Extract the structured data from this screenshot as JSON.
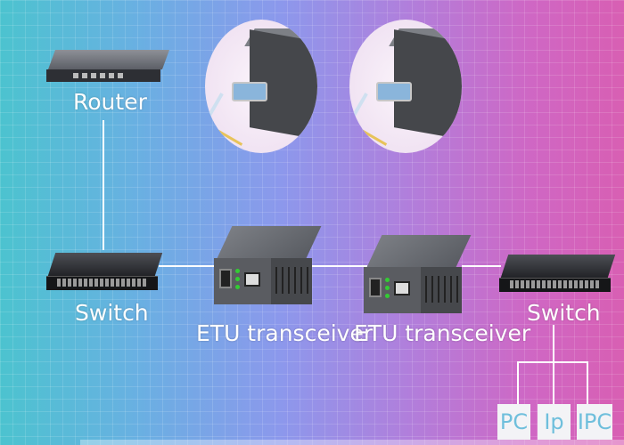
{
  "labels": {
    "router": "Router",
    "switch_left": "Switch",
    "etu_left": "ETU transceiver",
    "etu_right": "ETU transceiver",
    "switch_right": "Switch"
  },
  "endpoints": [
    "PC",
    "Ip",
    "IPC"
  ],
  "colors": {
    "gradient_left": "#4cc3cf",
    "gradient_mid": "#8c98ec",
    "gradient_right": "#d85fb3",
    "endpoint_text": "#6fbfdc"
  }
}
